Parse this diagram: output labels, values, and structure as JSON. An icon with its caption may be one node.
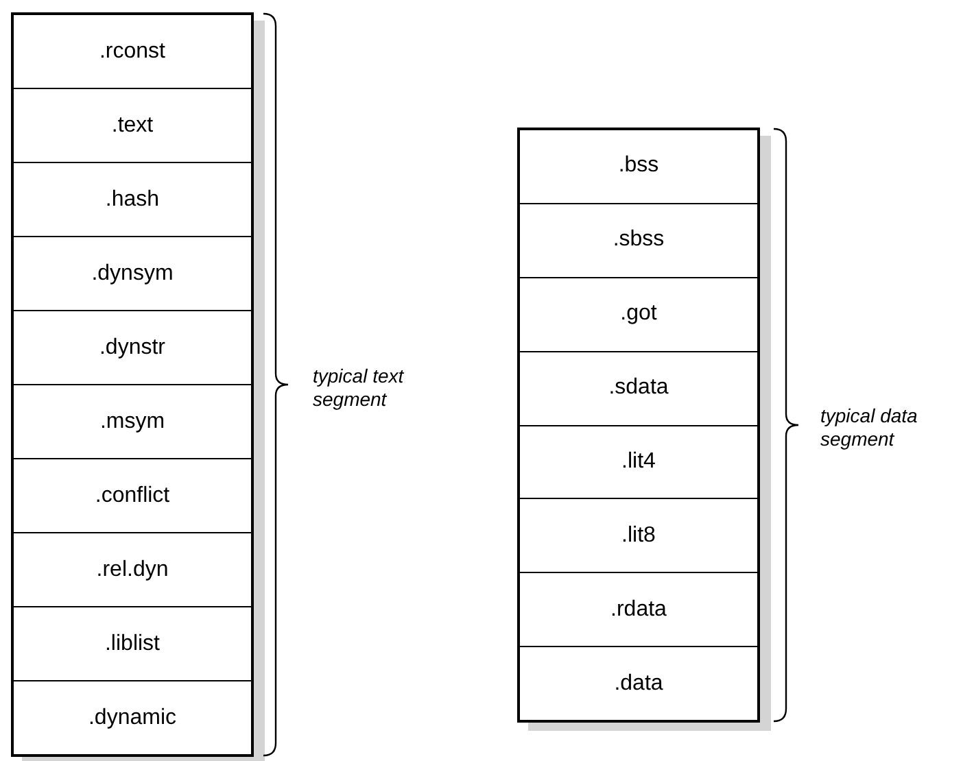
{
  "diagram": {
    "nodes": [
      {
        "text": [],
        "shape": "box",
        "beside": [
          "typical text segment"
        ]
      },
      {
        "text": [
          ".rconst"
        ],
        "in": 0
      },
      {
        "text": [
          ".text"
        ],
        "in": 0
      },
      {
        "text": [
          ".hash"
        ],
        "in": 0
      },
      {
        "text": [
          ".dynsym"
        ],
        "in": 0
      },
      {
        "text": [
          ".dynstr"
        ],
        "in": 0
      },
      {
        "text": [
          ".msym"
        ],
        "in": 0
      },
      {
        "text": [
          ".conflict"
        ],
        "in": 0
      },
      {
        "text": [
          ".rel.dyn"
        ],
        "in": 0
      },
      {
        "text": [
          ".liblist"
        ],
        "in": 0
      },
      {
        "text": [
          ".dynamic"
        ],
        "in": 0
      },
      {
        "text": [],
        "shape": "box",
        "beside": [
          "typical data segment"
        ]
      },
      {
        "text": [
          ".bss"
        ],
        "in": 11
      },
      {
        "text": [
          ".sbss"
        ],
        "in": 11
      },
      {
        "text": [
          ".got"
        ],
        "in": 11
      },
      {
        "text": [
          ".sdata"
        ],
        "in": 11
      },
      {
        "text": [
          ".lit4"
        ],
        "in": 11
      },
      {
        "text": [
          ".lit8"
        ],
        "in": 11
      },
      {
        "text": [
          ".rdata"
        ],
        "in": 11
      },
      {
        "text": [
          ".data"
        ],
        "in": 11
      }
    ]
  }
}
